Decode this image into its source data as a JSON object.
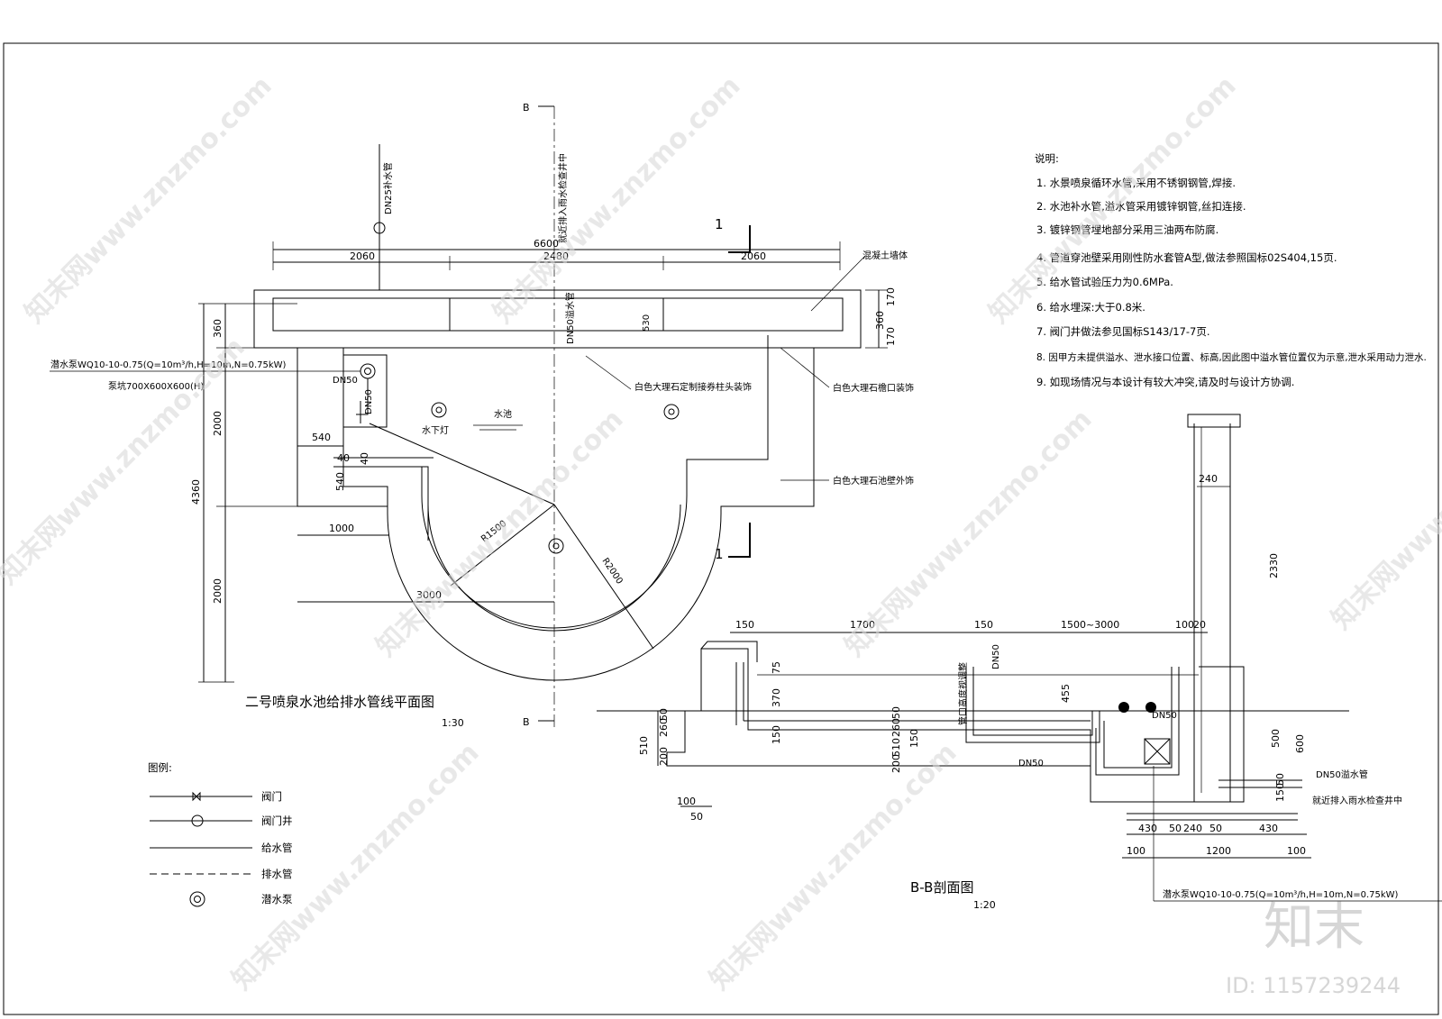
{
  "plan": {
    "title": "二号喷泉水池给排水管线平面图",
    "scale": "1:30",
    "section_mark": "B",
    "section_mark_1": "1",
    "pipe_dn25": "DN25补水管",
    "pipe_rain": "就近排入雨水检查井中",
    "pipe_overflow": "DN50溢水管",
    "dn50": "DN50",
    "pump_label": "潜水泵WQ10-10-0.75(Q=10m³/h,H=10m,N=0.75kW)",
    "pit_label": "泵坑700X600X600(H)",
    "light_label": "水下灯",
    "pool_label": "水池",
    "wall_label": "混凝土墙体",
    "callout_1": "白色大理石定制接券柱头装饰",
    "callout_2": "白色大理石檐口装饰",
    "callout_3": "白色大理石池壁外饰",
    "r1500": "R1500",
    "r2000": "R2000",
    "dims_top": [
      "2060",
      "2480",
      "2060"
    ],
    "dim_total": "6600",
    "dims_left": [
      "360",
      "2000",
      "2000",
      "4360"
    ],
    "dims_right": [
      "170",
      "360",
      "170"
    ],
    "dim_530": "530",
    "dim_540a": "540",
    "dim_540b": "540",
    "dim_40a": "40",
    "dim_40b": "40",
    "dim_1000": "1000",
    "dim_3000": "3000"
  },
  "notes": {
    "title": "说明:",
    "items": [
      "1. 水景喷泉循环水管,采用不锈钢钢管,焊接.",
      "2. 水池补水管,溢水管采用镀锌钢管,丝扣连接.",
      "3. 镀锌钢管埋地部分采用三油两布防腐.",
      "4. 管道穿池壁采用刚性防水套管A型,做法参照国标02S404,15页.",
      "5. 给水管试验压力为0.6MPa.",
      "6. 给水埋深:大于0.8米.",
      "7. 阀门井做法参见国标S143/17-7页.",
      "8. 因甲方未提供溢水、泄水接口位置、标高,因此图中溢水管位置仅为示意,泄水采用动力泄水.",
      "9. 如现场情况与本设计有较大冲突,请及时与设计方协调."
    ]
  },
  "legend": {
    "title": "图例:",
    "items": [
      "阀门",
      "阀门井",
      "给水管",
      "排水管",
      "潜水泵"
    ]
  },
  "section": {
    "title": "B-B剖面图",
    "scale": "1:20",
    "dims_top": [
      "150",
      "1700",
      "150",
      "1500~3000",
      "100",
      "20"
    ],
    "dims_left": [
      "75",
      "370",
      "510",
      "260",
      "50",
      "150",
      "200"
    ],
    "dims_left2": [
      "510",
      "260",
      "50",
      "150",
      "200"
    ],
    "dim_455": "455",
    "dim_240": "240",
    "dim_2330": "2330",
    "dim_500": "500",
    "dim_600": "600",
    "dim_100": "100",
    "dim_50": "50",
    "dims_bottom": [
      "430",
      "50",
      "240",
      "50",
      "430"
    ],
    "dim_1200": "1200",
    "dim_100b": "100",
    "dim_100c": "100",
    "dims_pipe": [
      "50",
      "150"
    ],
    "dn50": "DN50",
    "dn50b": "DN50",
    "dn50c": "DN50",
    "overflow": "DN50溢水管",
    "rain": "就近排入雨水检查井中",
    "pipe_top": "管口高度视调整",
    "pump_label": "潜水泵WQ10-10-0.75(Q=10m³/h,H=10m,N=0.75kW)"
  },
  "watermark": {
    "text": "知末网www.znzmo.com",
    "brand": "知末",
    "id": "ID: 1157239244"
  }
}
